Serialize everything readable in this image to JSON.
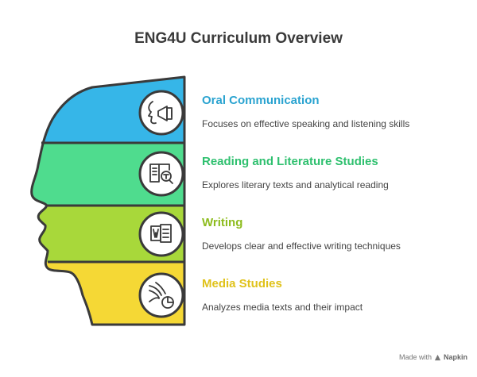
{
  "title": "ENG4U Curriculum Overview",
  "colors": {
    "outline": "#3a3a3a",
    "oral": "#36b6e8",
    "reading": "#4fdc8e",
    "writing": "#a8d83a",
    "media": "#f5d835"
  },
  "sections": [
    {
      "title": "Oral Communication",
      "description": "Focuses on effective speaking and listening skills",
      "title_color": "#2aa3d0",
      "icon": "megaphone-speaking-icon"
    },
    {
      "title": "Reading and Literature Studies",
      "description": "Explores literary texts and analytical reading",
      "title_color": "#2fc06f",
      "icon": "book-search-icon"
    },
    {
      "title": "Writing",
      "description": "Develops clear and effective writing techniques",
      "title_color": "#8dbc1e",
      "icon": "word-document-icon"
    },
    {
      "title": "Media Studies",
      "description": "Analyzes media texts and their impact",
      "title_color": "#e0c21a",
      "icon": "media-flow-chart-icon"
    }
  ],
  "footer": {
    "prefix": "Made with",
    "brand": "Napkin"
  }
}
